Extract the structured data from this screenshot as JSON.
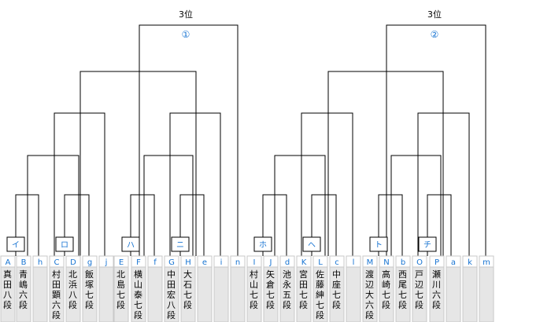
{
  "colors": {
    "line": "#000000",
    "accent": "#1874d2",
    "cell_bg": "#e6e6e6",
    "cell_border": "#c8c8c8",
    "slot_bg": "#ffffff",
    "name_text": "#000000"
  },
  "finals": [
    {
      "rank_label": "3位",
      "circle_label": "①"
    },
    {
      "rank_label": "3位",
      "circle_label": "②"
    }
  ],
  "match_labels": [
    "イ",
    "ロ",
    "ハ",
    "ニ",
    "ホ",
    "ヘ",
    "ト",
    "チ"
  ],
  "columns": [
    {
      "slot": "A",
      "player": "真田八段"
    },
    {
      "slot": "B",
      "player": "青嶋六段"
    },
    {
      "slot": "h",
      "player": ""
    },
    {
      "slot": "C",
      "player": "村田顕六段"
    },
    {
      "slot": "D",
      "player": "北浜八段"
    },
    {
      "slot": "g",
      "player": "飯塚七段"
    },
    {
      "slot": "j",
      "player": ""
    },
    {
      "slot": "E",
      "player": "北島七段"
    },
    {
      "slot": "F",
      "player": "横山泰七段"
    },
    {
      "slot": "f",
      "player": ""
    },
    {
      "slot": "G",
      "player": "中田宏八段"
    },
    {
      "slot": "H",
      "player": "大石七段"
    },
    {
      "slot": "e",
      "player": ""
    },
    {
      "slot": "i",
      "player": ""
    },
    {
      "slot": "n",
      "player": ""
    },
    {
      "slot": "I",
      "player": "村山七段"
    },
    {
      "slot": "J",
      "player": "矢倉七段"
    },
    {
      "slot": "d",
      "player": "池永五段"
    },
    {
      "slot": "K",
      "player": "宮田七段"
    },
    {
      "slot": "L",
      "player": "佐藤紳七段"
    },
    {
      "slot": "c",
      "player": "中座七段"
    },
    {
      "slot": "l",
      "player": ""
    },
    {
      "slot": "M",
      "player": "渡辺大六段"
    },
    {
      "slot": "N",
      "player": "高崎七段"
    },
    {
      "slot": "b",
      "player": "西尾七段"
    },
    {
      "slot": "O",
      "player": "戸辺七段"
    },
    {
      "slot": "P",
      "player": "瀬川六段"
    },
    {
      "slot": "a",
      "player": ""
    },
    {
      "slot": "k",
      "player": ""
    },
    {
      "slot": "m",
      "player": ""
    }
  ]
}
